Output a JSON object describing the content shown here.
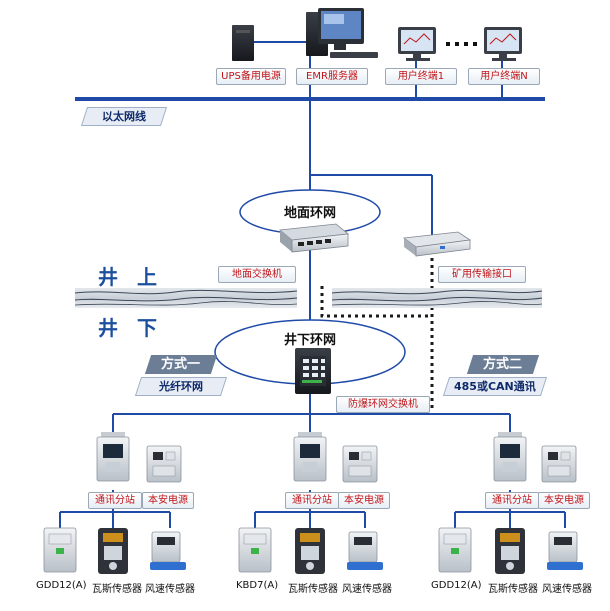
{
  "top": {
    "ups_label": "UPS备用电源",
    "server_label": "EMR服务器",
    "client1_label": "用户终端1",
    "clientn_label": "用户终端N"
  },
  "ethernet_label": "以太网线",
  "surface": {
    "ring_label": "地面环网",
    "switch_label": "地面交换机",
    "interface_label": "矿用传输接口"
  },
  "shaft_up": "井 上",
  "shaft_down": "井 下",
  "underground": {
    "ring_label": "井下环网",
    "switch_label": "防爆环网交换机",
    "method1_title": "方式一",
    "method1_sub": "光纤环网",
    "method2_title": "方式二",
    "method2_sub": "485或CAN通讯"
  },
  "substation_groups": [
    {
      "station_label": "通讯分站",
      "power_label": "本安电源",
      "sensors": [
        "GDD12(A)",
        "瓦斯传感器",
        "风速传感器"
      ]
    },
    {
      "station_label": "通讯分站",
      "power_label": "本安电源",
      "sensors": [
        "KBD7(A)",
        "瓦斯传感器",
        "风速传感器"
      ]
    },
    {
      "station_label": "通讯分站",
      "power_label": "本安电源",
      "sensors": [
        "GDD12(A)",
        "瓦斯传感器",
        "风速传感器"
      ]
    }
  ],
  "colors": {
    "network_line": "#1f4aa8",
    "accent_label_text": "#c0151a",
    "heading_blue": "#1d4f9f"
  },
  "icons": [
    "server-icon",
    "ups-icon",
    "monitor-icon",
    "switch-icon",
    "interface-box-icon",
    "substation-icon",
    "power-supply-icon",
    "sensor-icon"
  ]
}
